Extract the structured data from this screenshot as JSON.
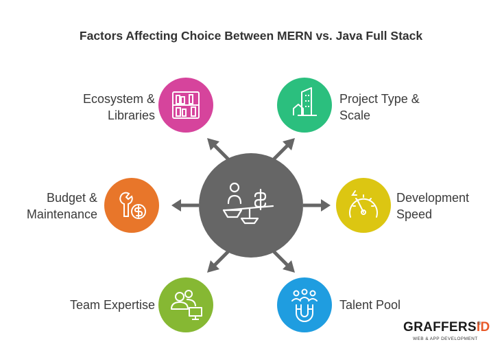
{
  "title": "Factors Affecting Choice Between MERN vs. Java Full Stack",
  "factors": [
    {
      "id": "ecosystem",
      "line1": "Ecosystem &",
      "line2": "Libraries",
      "color": "#d6449c",
      "icon": "bookshelf-icon"
    },
    {
      "id": "project",
      "line1": "Project Type &",
      "line2": "Scale",
      "color": "#2bbf7e",
      "icon": "buildings-icon"
    },
    {
      "id": "budget",
      "line1": "Budget &",
      "line2": "Maintenance",
      "color": "#e8762a",
      "icon": "wrench-dollar-icon"
    },
    {
      "id": "speed",
      "line1": "Development",
      "line2": "Speed",
      "color": "#dcc612",
      "icon": "speedometer-icon"
    },
    {
      "id": "team",
      "line1": "Team Expertise",
      "line2": "",
      "color": "#86b833",
      "icon": "team-computer-icon"
    },
    {
      "id": "talent",
      "line1": "Talent Pool",
      "line2": "",
      "color": "#1f9de0",
      "icon": "magnet-people-icon"
    }
  ],
  "center": {
    "color": "#666666",
    "icon": "scale-balance-icon"
  },
  "logo": {
    "main": "GRAFFERS",
    "accent": "ID",
    "reg": "®",
    "sub": "WEB & APP DEVELOPMENT"
  }
}
